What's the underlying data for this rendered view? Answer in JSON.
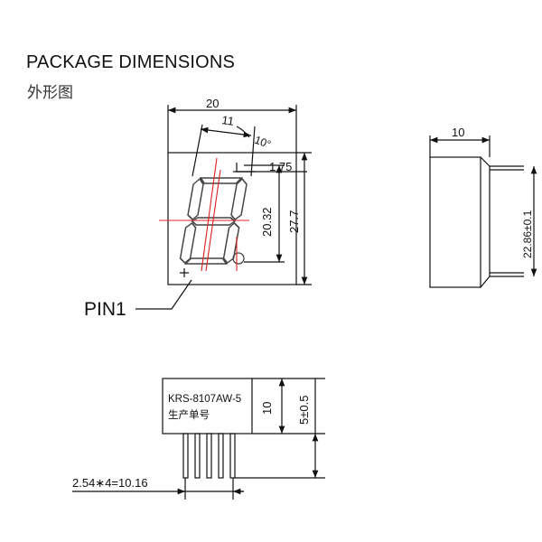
{
  "header": {
    "title": "PACKAGE DIMENSIONS",
    "subtitle": "外形图"
  },
  "front_view": {
    "dim_width": "20",
    "dim_slant_width": "11",
    "dim_angle": "10°",
    "dim_offset": "1.75",
    "dim_digit_height": "20.32",
    "dim_total_height": "27.7",
    "pin_label": "PIN1"
  },
  "side_view": {
    "dim_depth": "10",
    "dim_height": "22.86±0.1"
  },
  "bottom_view": {
    "part_number": "KRS-8107AW-5",
    "batch_label": "生产单号",
    "dim_body_height": "10",
    "dim_pin_length": "5±0.5",
    "dim_pitch": "2.54∗4=10.16"
  },
  "colors": {
    "line": "#111111",
    "accent": "#e02020",
    "segment": "#444444"
  }
}
